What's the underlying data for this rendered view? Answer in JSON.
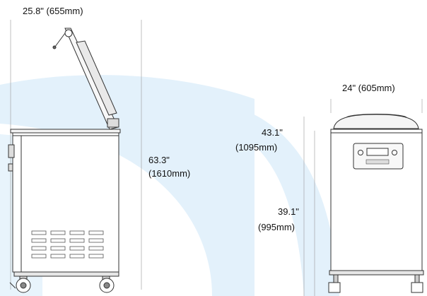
{
  "dimensions": {
    "side_width": "25.8\" (655mm)",
    "side_height_in": "63.3\"",
    "side_height_mm": "(1610mm)",
    "front_width": "24\" (605mm)",
    "front_height_lid_in": "43.1\"",
    "front_height_lid_mm": "(1095mm)",
    "front_height_body_in": "39.1\"",
    "front_height_body_mm": "(995mm)"
  },
  "colors": {
    "background_arc": "#e3f1fb",
    "line": "#333333",
    "body": "#ffffff"
  }
}
